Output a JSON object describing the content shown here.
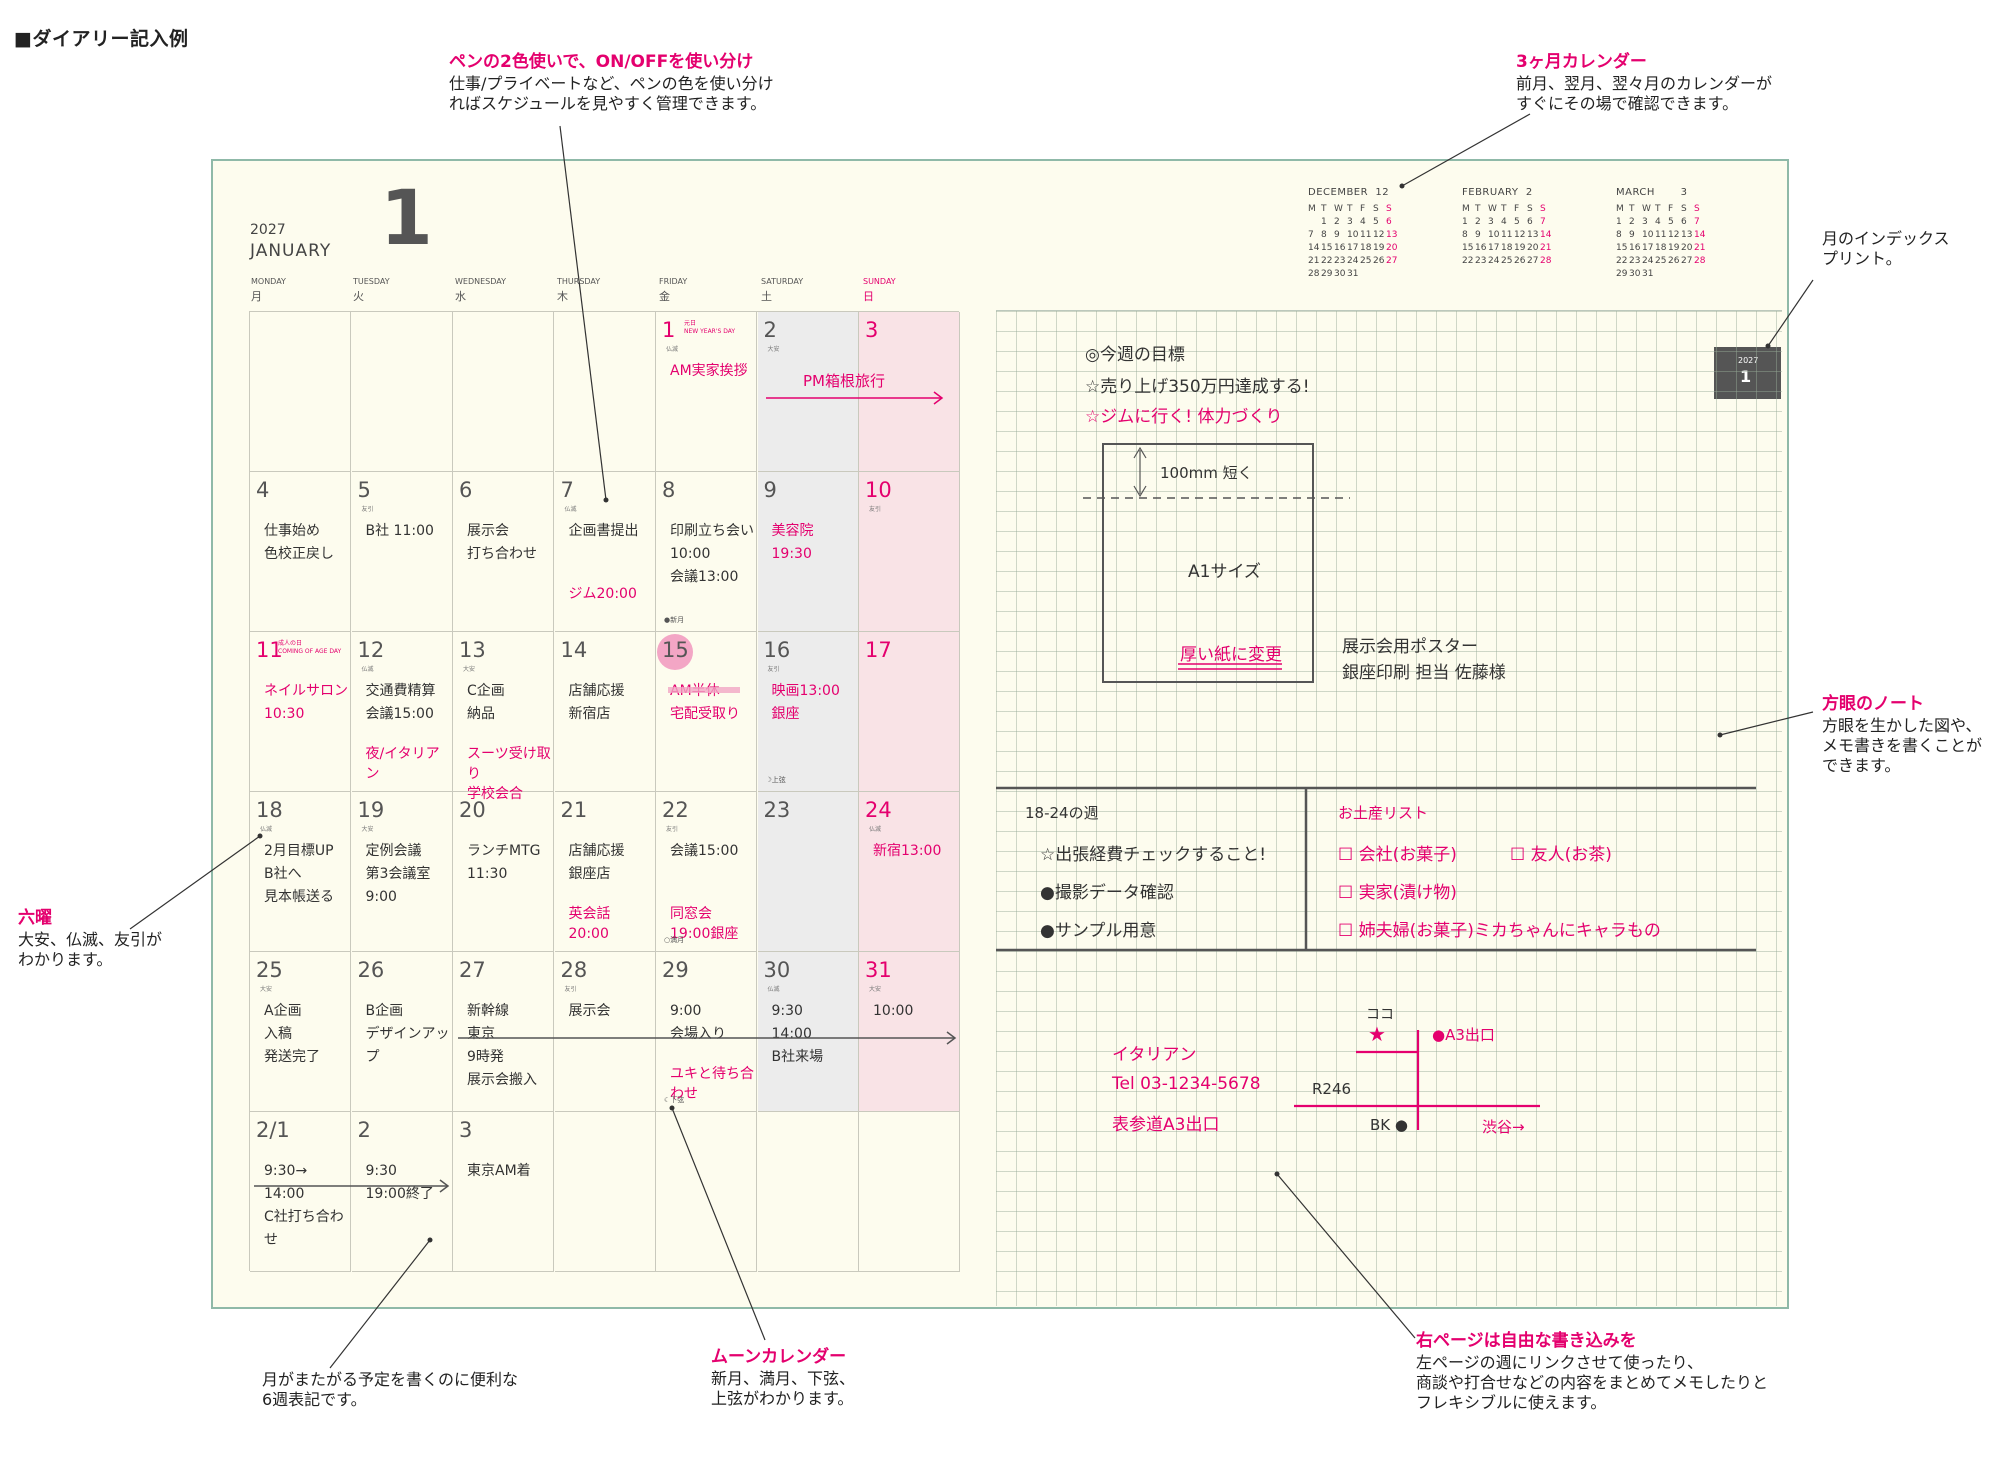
{
  "page_heading": "■ダイアリー記入例",
  "callouts": {
    "pen": {
      "title": "ペンの2色使いで、ON/OFFを使い分け",
      "body": "仕事/プライベートなど、ペンの色を使い分け\nればスケジュールを見やすく管理できます。"
    },
    "three_month": {
      "title": "3ヶ月カレンダー",
      "body": "前月、翌月、翌々月のカレンダーが\nすぐにその場で確認できます。"
    },
    "index": {
      "title": "",
      "body": "月のインデックス\nプリント。"
    },
    "grid_note": {
      "title": "方眼のノート",
      "body": "方眼を生かした図や、\nメモ書きを書くことが\nできます。"
    },
    "rokuyo": {
      "title": "六曜",
      "body": "大安、仏滅、友引が\nわかります。"
    },
    "six_weeks": {
      "title": "",
      "body": "月がまたがる予定を書くのに便利な\n6週表記です。"
    },
    "moon": {
      "title": "ムーンカレンダー",
      "body": "新月、満月、下弦、\n上弦がわかります。"
    },
    "free_page": {
      "title": "右ページは自由な書き込みを",
      "body": "左ページの週にリンクさせて使ったり、\n商談や打合せなどの内容をまとめてメモしたりと\nフレキシブルに使えます。"
    }
  },
  "diary": {
    "year": "2027",
    "month_name": "JANUARY",
    "month_number": "1",
    "weekdays": [
      {
        "en": "MONDAY",
        "ja": "月"
      },
      {
        "en": "TUESDAY",
        "ja": "火"
      },
      {
        "en": "WEDNESDAY",
        "ja": "水"
      },
      {
        "en": "THURSDAY",
        "ja": "木"
      },
      {
        "en": "FRIDAY",
        "ja": "金"
      },
      {
        "en": "SATURDAY",
        "ja": "土"
      },
      {
        "en": "SUNDAY",
        "ja": "日"
      }
    ],
    "days": [
      {
        "n": "",
        "r": "",
        "m": ""
      },
      {
        "n": "",
        "r": "",
        "m": ""
      },
      {
        "n": "",
        "r": "",
        "m": ""
      },
      {
        "n": "",
        "r": "",
        "m": ""
      },
      {
        "n": "1",
        "r": "仏滅",
        "h": "元日\nNEW YEAR'S DAY",
        "m": "AM実家挨拶",
        "pink": true
      },
      {
        "n": "2",
        "r": "大安",
        "m": ""
      },
      {
        "n": "3",
        "r": "",
        "m": ""
      },
      {
        "n": "4",
        "r": "",
        "m": "仕事始め\n色校正戻し"
      },
      {
        "n": "5",
        "r": "友引",
        "m": "B社 11:00"
      },
      {
        "n": "6",
        "r": "",
        "m": "展示会\n打ち合わせ"
      },
      {
        "n": "7",
        "r": "仏滅",
        "m": "企画書提出",
        "m2": "ジム20:00"
      },
      {
        "n": "8",
        "r": "",
        "m": "印刷立ち会い\n10:00\n会議13:00",
        "moon": "●新月"
      },
      {
        "n": "9",
        "r": "",
        "m": "美容院\n19:30",
        "pink": true
      },
      {
        "n": "10",
        "r": "友引",
        "m": ""
      },
      {
        "n": "11",
        "r": "",
        "h": "成人の日\nCOMING OF AGE DAY",
        "m": "ネイルサロン\n10:30",
        "pink": true
      },
      {
        "n": "12",
        "r": "仏滅",
        "m": "交通費精算\n会議15:00",
        "m2": "夜/イタリアン"
      },
      {
        "n": "13",
        "r": "大安",
        "m": "C企画\n納品",
        "m2": "スーツ受け取り\n学校会合"
      },
      {
        "n": "14",
        "r": "",
        "m": "店舗応援\n新宿店"
      },
      {
        "n": "15",
        "r": "",
        "m": "AM半休\n宅配受取り",
        "pink": true,
        "today": true
      },
      {
        "n": "16",
        "r": "友引",
        "m": "映画13:00\n銀座",
        "pink": true,
        "moon": "☽上弦"
      },
      {
        "n": "17",
        "r": "",
        "m": ""
      },
      {
        "n": "18",
        "r": "仏滅",
        "m": "2月目標UP\nB社へ\n見本帳送る"
      },
      {
        "n": "19",
        "r": "大安",
        "m": "定例会議\n第3会議室\n9:00"
      },
      {
        "n": "20",
        "r": "",
        "m": "ランチMTG\n11:30"
      },
      {
        "n": "21",
        "r": "",
        "m": "店舗応援\n銀座店",
        "m2": "英会話\n20:00"
      },
      {
        "n": "22",
        "r": "友引",
        "m": "会議15:00",
        "m2": "同窓会\n19:00銀座",
        "moon": "○満月"
      },
      {
        "n": "23",
        "r": "",
        "m": ""
      },
      {
        "n": "24",
        "r": "仏滅",
        "m": "新宿13:00",
        "pink": true
      },
      {
        "n": "25",
        "r": "大安",
        "m": "A企画\n入稿\n発送完了"
      },
      {
        "n": "26",
        "r": "",
        "m": "B企画\nデザインアップ"
      },
      {
        "n": "27",
        "r": "",
        "m": "新幹線\n東京\n9時発\n展示会搬入"
      },
      {
        "n": "28",
        "r": "友引",
        "m": "展示会"
      },
      {
        "n": "29",
        "r": "",
        "m": "9:00\n会場入り",
        "m2": "ユキと待ち合わせ",
        "moon": "☾下弦"
      },
      {
        "n": "30",
        "r": "仏滅",
        "m": "9:30\n14:00\nB社来場"
      },
      {
        "n": "31",
        "r": "大安",
        "m": "10:00"
      },
      {
        "n": "2/1",
        "r": "",
        "m": "9:30→\n14:00\nC社打ち合わせ"
      },
      {
        "n": "2",
        "r": "",
        "m": "9:30\n19:00終了"
      },
      {
        "n": "3",
        "r": "",
        "m": "東京AM着"
      },
      {
        "n": "",
        "r": "",
        "m": ""
      },
      {
        "n": "",
        "r": "",
        "m": ""
      },
      {
        "n": "",
        "r": "",
        "m": ""
      },
      {
        "n": "",
        "r": "",
        "m": ""
      }
    ],
    "span_events": {
      "hakone": "PM箱根旅行"
    },
    "mini_calendars": [
      {
        "title": "DECEMBER  12",
        "head": [
          "M",
          "T",
          "W",
          "T",
          "F",
          "S",
          "S"
        ],
        "rows": [
          [
            "",
            "1",
            "2",
            "3",
            "4",
            "5",
            "6"
          ],
          [
            "7",
            "8",
            "9",
            "10",
            "11",
            "12",
            "13"
          ],
          [
            "14",
            "15",
            "16",
            "17",
            "18",
            "19",
            "20"
          ],
          [
            "21",
            "22",
            "23",
            "24",
            "25",
            "26",
            "27"
          ],
          [
            "28",
            "29",
            "30",
            "31",
            "",
            "",
            ""
          ]
        ]
      },
      {
        "title": "FEBRUARY  2",
        "head": [
          "M",
          "T",
          "W",
          "T",
          "F",
          "S",
          "S"
        ],
        "rows": [
          [
            "1",
            "2",
            "3",
            "4",
            "5",
            "6",
            "7"
          ],
          [
            "8",
            "9",
            "10",
            "11",
            "12",
            "13",
            "14"
          ],
          [
            "15",
            "16",
            "17",
            "18",
            "19",
            "20",
            "21"
          ],
          [
            "22",
            "23",
            "24",
            "25",
            "26",
            "27",
            "28"
          ]
        ]
      },
      {
        "title": "MARCH       3",
        "head": [
          "M",
          "T",
          "W",
          "T",
          "F",
          "S",
          "S"
        ],
        "rows": [
          [
            "1",
            "2",
            "3",
            "4",
            "5",
            "6",
            "7"
          ],
          [
            "8",
            "9",
            "10",
            "11",
            "12",
            "13",
            "14"
          ],
          [
            "15",
            "16",
            "17",
            "18",
            "19",
            "20",
            "21"
          ],
          [
            "22",
            "23",
            "24",
            "25",
            "26",
            "27",
            "28"
          ],
          [
            "29",
            "30",
            "31",
            "",
            "",
            "",
            ""
          ]
        ]
      }
    ],
    "index_tab": {
      "year": "2027",
      "month": "1"
    },
    "notes": {
      "goal_title": "◎今週の目標",
      "goal_1": "☆売り上げ350万円達成する!",
      "goal_2": "☆ジムに行く! 体力づくり",
      "box_size_note": "100mm 短く",
      "box_label": "A1サイズ",
      "box_change": "厚い紙に変更",
      "poster_1": "展示会用ポスター",
      "poster_2": "銀座印刷 担当 佐藤様",
      "week_title": "18-24の週",
      "week_1": "☆出張経費チェックすること!",
      "week_2": "●撮影データ確認",
      "week_3": "●サンプル用意",
      "gift_title": "お土産リスト",
      "gift_1": "☐ 会社(お菓子)",
      "gift_2": "☐ 友人(お茶)",
      "gift_3": "☐ 実家(漬け物)",
      "gift_4": "☐ 姉夫婦(お菓子)ミカちゃんにキャラもの",
      "restaurant": "イタリアン",
      "tel": "Tel 03-1234-5678",
      "exit": "表参道A3出口",
      "map_here": "ココ",
      "map_exit": "●A3出口",
      "map_road": "R246",
      "map_bk": "BK ●",
      "map_shibuya": "渋谷→"
    }
  }
}
